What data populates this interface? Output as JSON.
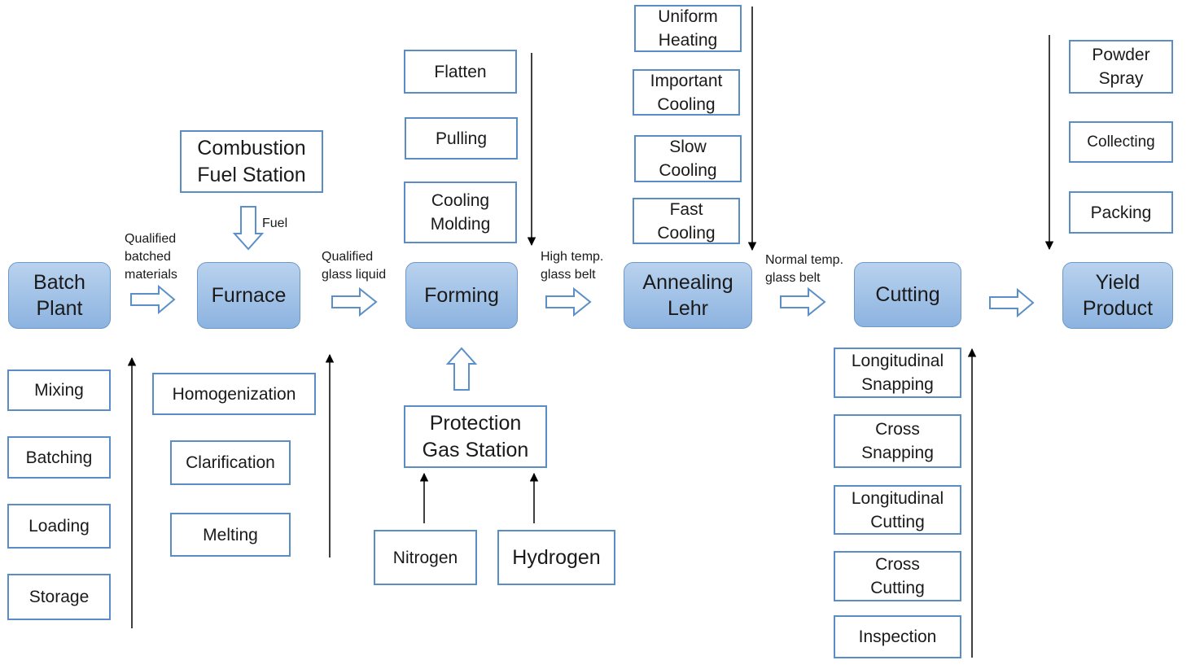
{
  "colors": {
    "stage_fill_top": "#b9d2ee",
    "stage_fill_bottom": "#8cb3e0",
    "box_border": "#5a8dc6",
    "block_arrow_outline": "#5b8fc7",
    "line_arrow": "#000000"
  },
  "stages": {
    "batch_plant": "Batch\nPlant",
    "furnace": "Furnace",
    "forming": "Forming",
    "annealing_lehr": "Annealing\nLehr",
    "cutting": "Cutting",
    "yield_product": "Yield\nProduct"
  },
  "batch_plant_steps": [
    "Mixing",
    "Batching",
    "Loading",
    "Storage"
  ],
  "furnace_steps": [
    "Homogenization",
    "Clarification",
    "Melting"
  ],
  "combustion_station": "Combustion\nFuel Station",
  "forming_steps": [
    "Flatten",
    "Pulling",
    "Cooling\nMolding"
  ],
  "protection_gas_station": "Protection\nGas Station",
  "gases": [
    "Nitrogen",
    "Hydrogen"
  ],
  "annealing_steps": [
    "Uniform\nHeating",
    "Important\nCooling",
    "Slow\nCooling",
    "Fast\nCooling"
  ],
  "cutting_steps": [
    "Longitudinal\nSnapping",
    "Cross\nSnapping",
    "Longitudinal\nCutting",
    "Cross\nCutting",
    "Inspection"
  ],
  "yield_steps": [
    "Powder\nSpray",
    "Collecting",
    "Packing"
  ],
  "flow_labels": {
    "batch_to_furnace": "Qualified\nbatched\nmaterials",
    "fuel": "Fuel",
    "furnace_to_forming": "Qualified\nglass liquid",
    "forming_to_annealing": "High temp.\nglass belt",
    "annealing_to_cutting": "Normal temp.\nglass belt"
  }
}
